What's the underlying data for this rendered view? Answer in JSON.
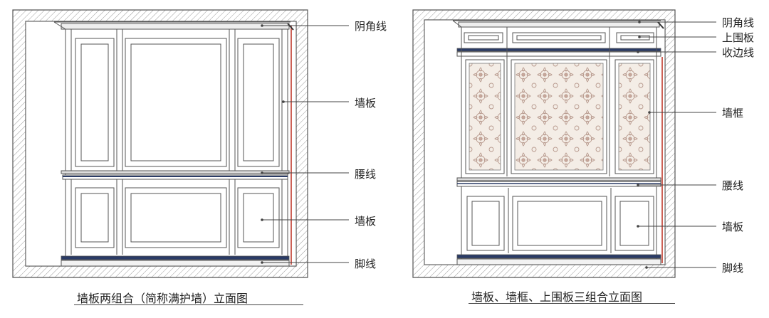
{
  "left_drawing": {
    "labels": {
      "yinjiaoxian": "阴角线",
      "qiangban_top": "墙板",
      "yaoxian": "腰线",
      "qiangban_bottom": "墙板",
      "jiaoxian": "脚线"
    },
    "caption": "墙板两组合（简称满护墙）立面图"
  },
  "right_drawing": {
    "labels": {
      "yinjiaoxian": "阴角线",
      "shangweiban": "上围板",
      "shoubianxian": "收边线",
      "qiangkuang": "墙框",
      "yaoxian": "腰线",
      "qiangban": "墙板",
      "jiaoxian": "脚线"
    },
    "caption": "墙板、墙框、上围板三组合立面图"
  },
  "colors": {
    "outline": "#555555",
    "hatch": "#9a9a9a",
    "accent": "#c0392b",
    "leader": "#444444",
    "pattern_bg": "#f4ede6",
    "pattern_motif": "#b89a8e"
  }
}
